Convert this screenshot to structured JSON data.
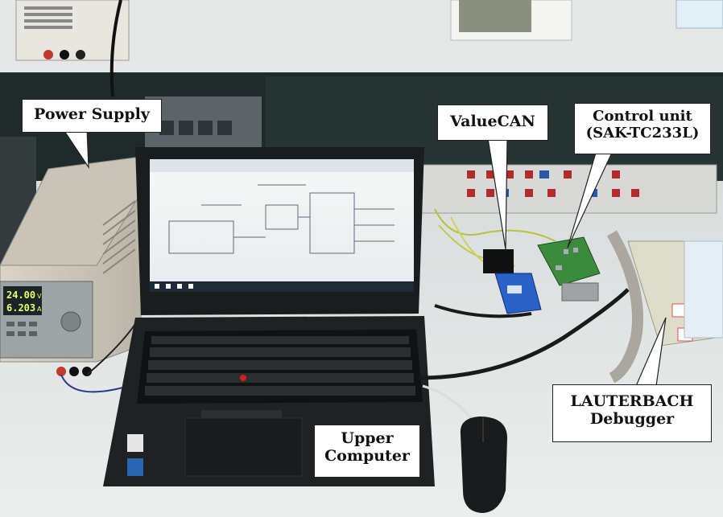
{
  "labels": {
    "power_supply": "Power Supply",
    "valuecan": "ValueCAN",
    "control_unit_line1": "Control unit",
    "control_unit_line2": "(SAK-TC233L)",
    "lauterbach_line1": "LAUTERBACH",
    "lauterbach_line2": "Debugger",
    "upper_computer_line1": "Upper",
    "upper_computer_line2": "Computer"
  },
  "power_supply_display": {
    "voltage": "24.00",
    "voltage_unit": "V",
    "current": "6.203",
    "current_unit": "A"
  }
}
